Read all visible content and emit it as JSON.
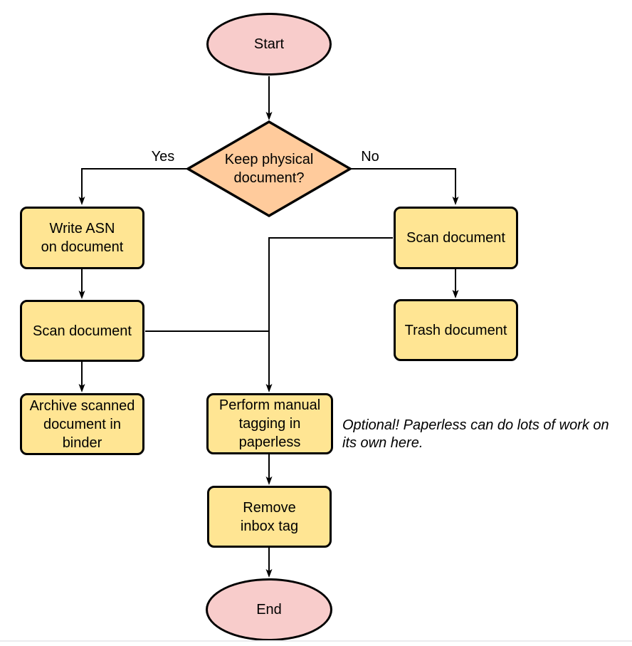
{
  "colors": {
    "background": "#ffffff",
    "terminal_fill": "#F8CCCB",
    "decision_fill": "#FFCB9C",
    "process_fill": "#FFE593",
    "outline": "#000000",
    "text": "#000000",
    "bottom_rule": "#ebebee"
  },
  "nodes": {
    "start": {
      "type": "terminal",
      "label": "Start"
    },
    "decision": {
      "type": "decision",
      "label": "Keep physical\ndocument?"
    },
    "write_asn": {
      "type": "process",
      "label": "Write ASN\non document"
    },
    "scan_left": {
      "type": "process",
      "label": "Scan document"
    },
    "archive": {
      "type": "process",
      "label": "Archive scanned\ndocument in\nbinder"
    },
    "scan_right": {
      "type": "process",
      "label": "Scan document"
    },
    "trash": {
      "type": "process",
      "label": "Trash document"
    },
    "tagging": {
      "type": "process",
      "label": "Perform manual\ntagging in\npaperless"
    },
    "remove_inbox": {
      "type": "process",
      "label": "Remove\ninbox tag"
    },
    "end": {
      "type": "terminal",
      "label": "End"
    }
  },
  "edge_labels": {
    "yes": "Yes",
    "no": "No"
  },
  "note": {
    "text": "Optional! Paperless can do lots of work on\nits own here."
  }
}
